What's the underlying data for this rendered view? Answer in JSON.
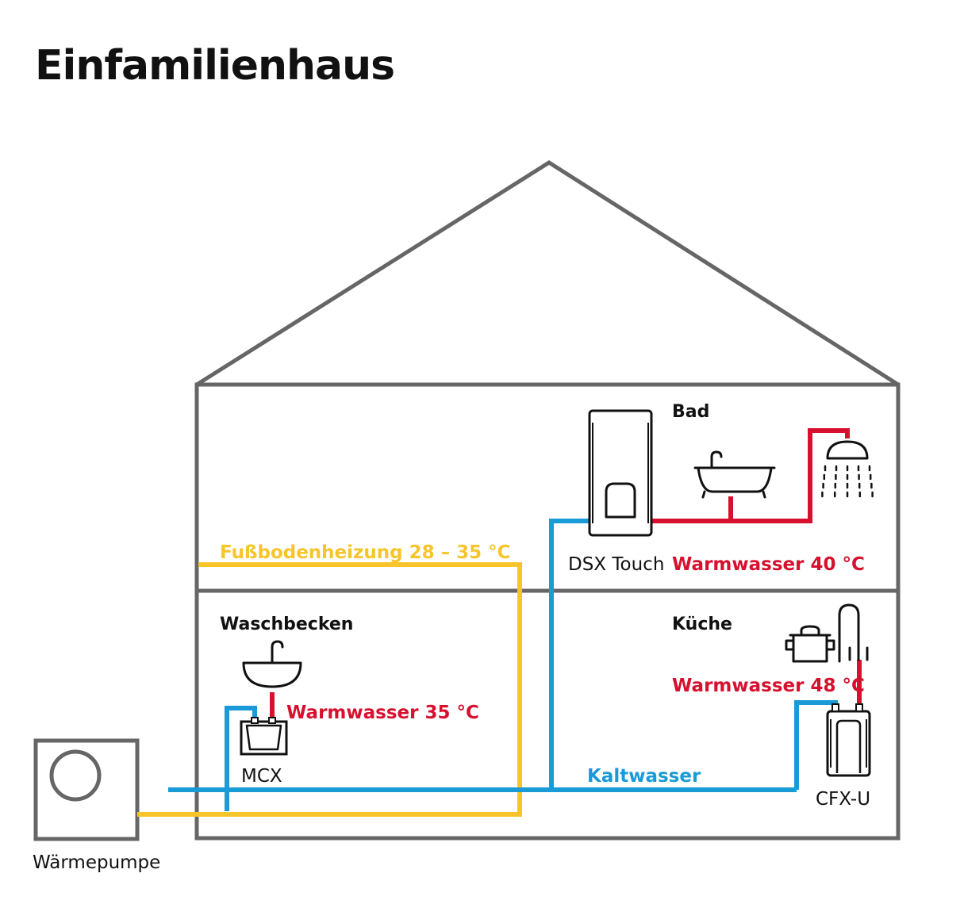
{
  "title": "Einfamilienhaus",
  "colors": {
    "house": "#666666",
    "hot": "#d6102e",
    "cold": "#1a9bd7",
    "heating": "#f7c52b",
    "ink": "#111111"
  },
  "rooms": {
    "bad": "Bad",
    "kueche": "Küche",
    "waschbecken": "Waschbecken"
  },
  "devices": {
    "dsx": "DSX Touch",
    "cfx": "CFX-U",
    "mcx": "MCX",
    "heat_pump": "Wärmepumpe"
  },
  "lines": {
    "floor_heating": "Fußbodenheizung 28 – 35 °C",
    "warm_bad": "Warmwasser 40 °C",
    "warm_kueche": "Warmwasser 48 °C",
    "warm_waschbecken": "Warmwasser 35 °C",
    "cold": "Kaltwasser"
  },
  "icons": {
    "bathtub": "bathtub-icon",
    "shower": "shower-head-icon",
    "sink": "sink-icon",
    "pot": "cooking-pot-icon",
    "faucet": "kitchen-faucet-icon",
    "heater": "water-heater-icon"
  }
}
